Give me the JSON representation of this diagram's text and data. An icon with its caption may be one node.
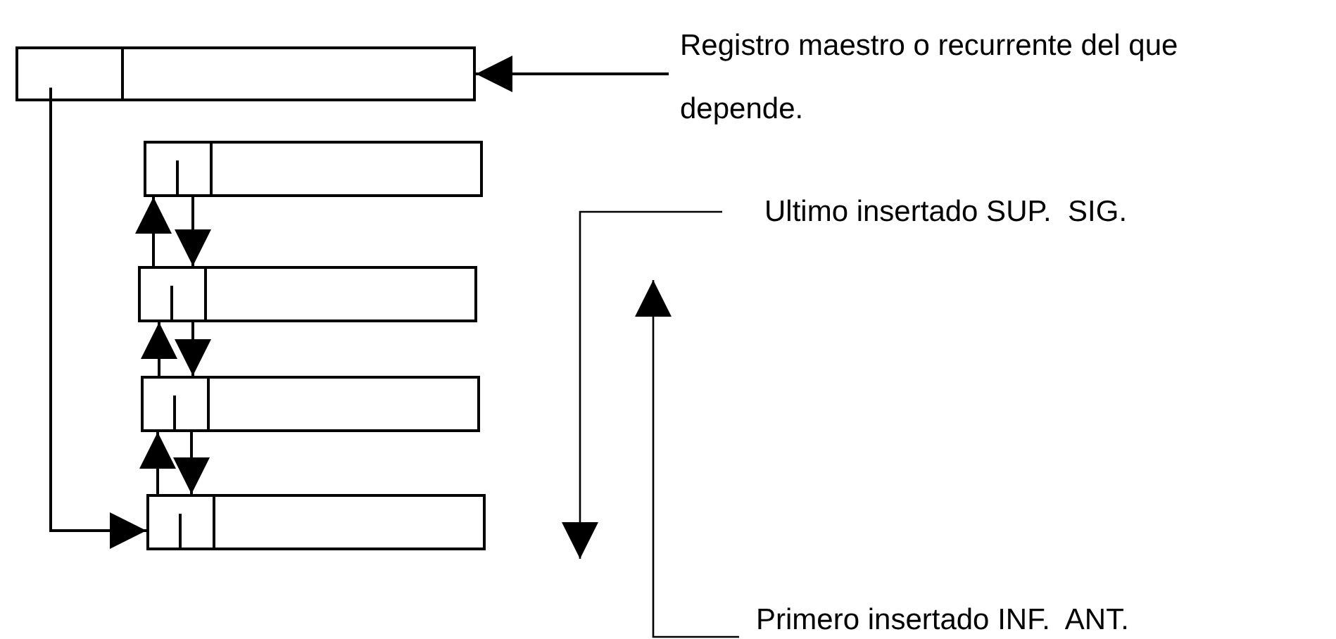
{
  "diagram": {
    "nodes": [
      {
        "text": [],
        "shape": "box"
      },
      {
        "text": [],
        "shape": "box"
      },
      {
        "text": [],
        "shape": "box"
      },
      {
        "text": [],
        "shape": "box"
      },
      {
        "text": [],
        "shape": "box"
      },
      {
        "text": [
          "Registro maestro o recurrente del que depende."
        ]
      },
      {
        "text": [
          "Ultimo insertado SUP.  SIG."
        ]
      },
      {
        "text": [
          "Primero insertado INF.  ANT."
        ]
      }
    ],
    "edges": [
      {
        "from": 5,
        "to": 0,
        "arrow": "to"
      },
      {
        "from": 0,
        "to": 4,
        "arrow": "to"
      },
      {
        "from": 2,
        "to": 1,
        "arrow": "to"
      },
      {
        "from": 1,
        "to": 2,
        "arrow": "to"
      },
      {
        "from": 3,
        "to": 2,
        "arrow": "to"
      },
      {
        "from": 2,
        "to": 3,
        "arrow": "to"
      },
      {
        "from": 4,
        "to": 3,
        "arrow": "to"
      },
      {
        "from": 3,
        "to": 4,
        "arrow": "to"
      },
      {
        "from": 6,
        "to": null,
        "arrow": "to"
      },
      {
        "from": 7,
        "to": null,
        "arrow": "to"
      }
    ]
  }
}
